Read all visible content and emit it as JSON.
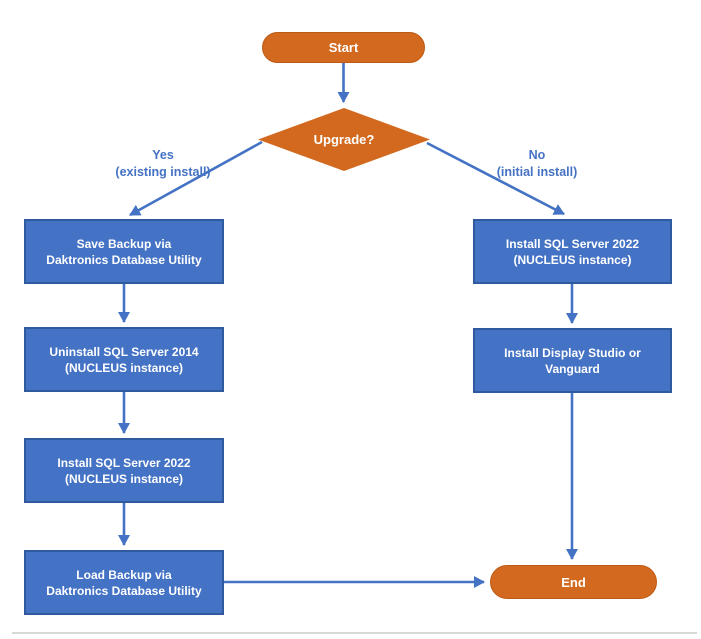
{
  "colors": {
    "terminator_orange": "#D2691E",
    "terminator_orange_border": "#BC5B15",
    "process_blue": "#4472C4",
    "process_blue_border": "#2F5A9E",
    "connector_blue": "#4472C4",
    "branch_label_blue": "#4472C4",
    "divider_gray": "#D8D8D8",
    "node_text_white": "#FFFFFF"
  },
  "flowchart": {
    "start": "Start",
    "decision": "Upgrade?",
    "yes_label": "Yes\n(existing install)",
    "no_label": "No\n(initial install)",
    "yes_steps": [
      "Save Backup via\nDaktronics Database Utility",
      "Uninstall SQL Server 2014\n(NUCLEUS instance)",
      "Install SQL Server 2022\n(NUCLEUS instance)",
      "Load Backup via\nDaktronics Database Utility"
    ],
    "no_steps": [
      "Install SQL Server 2022\n(NUCLEUS instance)",
      "Install Display Studio or\nVanguard"
    ],
    "end": "End"
  }
}
